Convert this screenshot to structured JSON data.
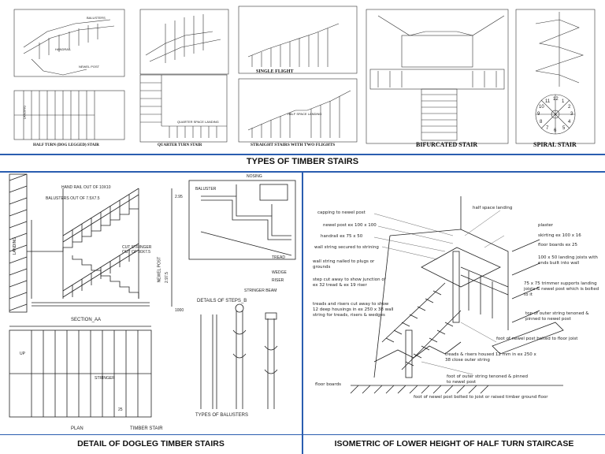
{
  "types_panel": {
    "caption": "TYPES OF TIMBER STAIRS",
    "sub_captions": {
      "half_turn": "HALF TURN (DOG LEGGED) STAIR",
      "quarter_turn": "QUARTER TURN STAIR",
      "single_flight": "SINGLE FLIGHT",
      "two_flights": "STRAIGHT STAIRS WITH TWO FLIGHTS",
      "bifurcated": "BIFURCATED STAIR",
      "spiral": "SPIRAL STAIR"
    },
    "labels": {
      "balusters": "BALUSTERS",
      "handrail": "HANDRAIL",
      "newel_post": "NEWEL POST",
      "quarter_space_landing": "QUARTER SPACE LANDING",
      "half_space_landing": "HALF SPACE LANDING",
      "landing": "LANDING"
    },
    "spiral_numbers": [
      "1",
      "2",
      "3",
      "4",
      "5",
      "6",
      "7",
      "8",
      "9",
      "10",
      "11",
      "12"
    ]
  },
  "dogleg_panel": {
    "caption": "DETAIL OF DOGLEG  TIMBER STAIRS",
    "labels": {
      "hand_rail": "HAND RAIL OUT OF 10X10",
      "balusters_out_of": "BALUSTERS OUT OF 7.5X7.5",
      "cut_stringer": "CUT STRINGER OUT OF 30X7.5",
      "newel_post": "NEWEL POST",
      "landing": "LANDING",
      "section": "SECTION_AA",
      "plan": "PLAN",
      "timber_stair": "TIMBER STAIR",
      "stringer": "STRINGER",
      "nosing": "NOSING",
      "baluster": "BALUSTER",
      "tread": "TREAD",
      "wedge": "WEDGE",
      "riser": "RISER",
      "stringer_beam": "STRINGER BEAM",
      "details_of_steps": "DETAILS OF STEPS_B",
      "types_of_balusters": "TYPES OF BALUSTERS",
      "up": "UP",
      "dim_2": "2.95",
      "dim_3": "2.97.5",
      "dim_4": "1000",
      "dim_5": "25"
    }
  },
  "iso_panel": {
    "caption": "ISOMETRIC OF LOWER HEIGHT OF HALF TURN STAIRCASE",
    "annotations_left": [
      "capping to newel post",
      "newel post ex 100 x 100",
      "handrail ex 75 x 50",
      "wall string secured to strining",
      "wall string nailed to plugs or grounds",
      "step cut away to show junction of ex 32 tread & ex 19 riser",
      "treads and risers cut away to show 12 deep housings in ex 250 x 38 wall string for treads, risers & wedges",
      "floor boards"
    ],
    "annotations_right": [
      "half space landing",
      "plaster",
      "skirting ex 100 x 16",
      "floor boards ex 25",
      "100 x 50 landing joists with ends built into wall",
      "75 x 75 trimmer supports landing joists & newel post which is bolted to it",
      "top of outer string tenoned & pinned to newel post",
      "foot of newel post bolted to floor joist",
      "treads & risers housed 12 mm in ex 250 x 38 close outer string",
      "foot of outer string tenoned & pinned to newel post",
      "foot of newel post bolted to joist or raised timber ground floor"
    ]
  }
}
